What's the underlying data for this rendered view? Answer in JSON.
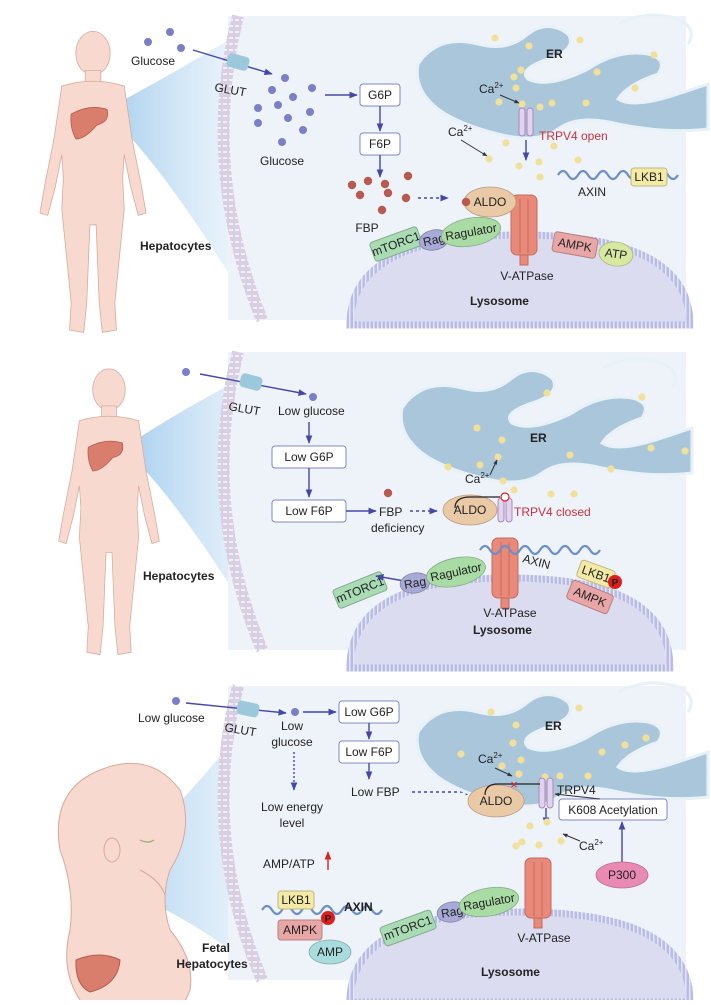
{
  "figure": {
    "description": "Three-panel schematic of glucose sensing via aldolase-TRPV4-AMPK signaling in hepatocytes and fetal hepatocytes",
    "colors": {
      "glucose": "#7b7fc8",
      "fbp": "#b85a50",
      "calcium": "#f0e09a",
      "er": "#a9c6da",
      "lysosome": "#dcdcf0",
      "cell_bg": "#eef3fa",
      "arrow": "#4747a8",
      "membrane": "#cfc5dc",
      "mtorc1": "#a9dcb4",
      "rag": "#a7a9d6",
      "ragulator": "#a9dca4",
      "vatpase": "#e8897a",
      "aldo": "#e9c9a6",
      "ampk": "#e8a6a6",
      "lkb1": "#f3eaa6",
      "atp": "#d7e8a0",
      "amp": "#a9dcdc",
      "p300": "#e98ab4",
      "trpv4": "#e2d3ec",
      "phospho": "#e01c1c",
      "red_text": "#c8323c"
    }
  },
  "panels": [
    {
      "id": "high-glucose",
      "organism_label": "Hepatocytes",
      "outside_label": "Glucose",
      "transporter": "GLUT",
      "inside_glucose": "Glucose",
      "pathway": [
        "G6P",
        "F6P"
      ],
      "metabolite": "FBP",
      "er_label": "ER",
      "ca_labels": [
        "Ca2+",
        "Ca2+"
      ],
      "channel_state": "TRPV4 open",
      "aldo": "ALDO",
      "axin": "AXIN",
      "lkb1": "LKB1",
      "ampk": "AMPK",
      "atp": "ATP",
      "mtorc1": "mTORC1",
      "rag": "Rag",
      "ragulator": "Ragulator",
      "vatpase": "V-ATPase",
      "lysosome": "Lysosome"
    },
    {
      "id": "low-glucose",
      "organism_label": "Hepatocytes",
      "transporter": "GLUT",
      "inside_glucose": "Low glucose",
      "pathway": [
        "Low G6P",
        "Low F6P"
      ],
      "metabolite": "FBP",
      "metabolite_sub": "deficiency",
      "er_label": "ER",
      "ca_labels": [
        "Ca2+"
      ],
      "channel_state": "TRPV4 closed",
      "aldo": "ALDO",
      "axin": "AXIN",
      "lkb1": "LKB1",
      "ampk": "AMPK",
      "phospho": "P",
      "mtorc1": "mTORC1",
      "rag": "Rag",
      "ragulator": "Ragulator",
      "vatpase": "V-ATPase",
      "lysosome": "Lysosome"
    },
    {
      "id": "fetal",
      "organism_label_1": "Fetal",
      "organism_label_2": "Hepatocytes",
      "outside_label": "Low glucose",
      "transporter": "GLUT",
      "inside_glucose_1": "Low",
      "inside_glucose_2": "glucose",
      "energy_1": "Low energy",
      "energy_2": "level",
      "ratio": "AMP/ATP",
      "pathway": [
        "Low G6P",
        "Low F6P"
      ],
      "metabolite": "Low FBP",
      "er_label": "ER",
      "ca_labels": [
        "Ca2+",
        "Ca2+"
      ],
      "channel_state": "TRPV4",
      "acetylation": "K608 Acetylation",
      "p300": "P300",
      "aldo": "ALDO",
      "axin": "AXIN",
      "lkb1": "LKB1",
      "ampk": "AMPK",
      "phospho": "P",
      "amp": "AMP",
      "mtorc1": "mTORC1",
      "rag": "Rag",
      "ragulator": "Ragulator",
      "vatpase": "V-ATPase",
      "lysosome": "Lysosome"
    }
  ]
}
